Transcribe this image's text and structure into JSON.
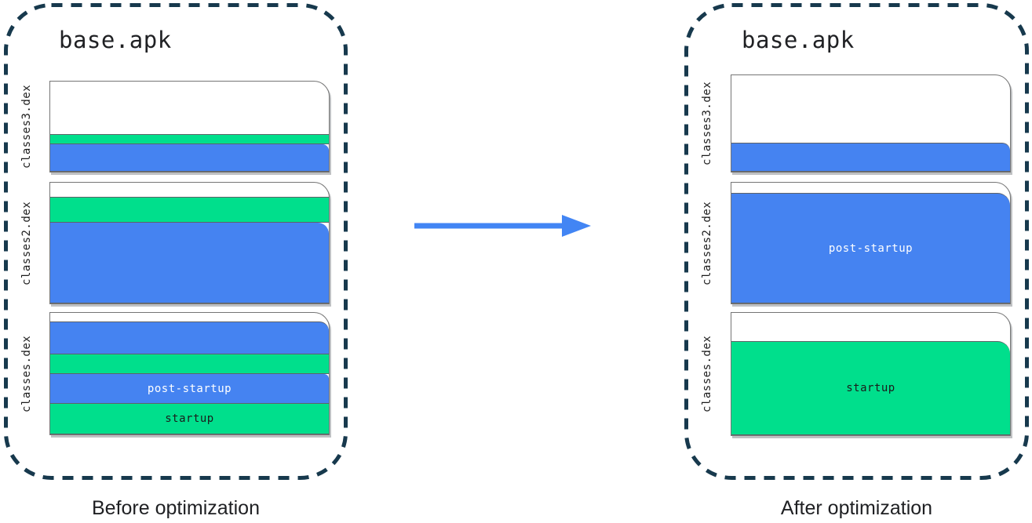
{
  "colors": {
    "blue": "#4583F1",
    "green": "#00DF8C",
    "arrow_blue": "#4285F4",
    "dash_border": "#17394D",
    "page_border": "#757575",
    "band_border": "#5F6368",
    "text_dark": "#1B1B1B",
    "text_light": "#FFFFFF"
  },
  "before": {
    "title": "base.apk",
    "caption": "Before optimization",
    "files": [
      {
        "label": "classes3.dex",
        "bands": [
          {
            "color": "green",
            "height": 13
          },
          {
            "color": "blue",
            "height": 35,
            "rounded": 8
          }
        ]
      },
      {
        "label": "classes2.dex",
        "bands": [
          {
            "color": "green",
            "height": 33
          },
          {
            "color": "blue",
            "height": 103,
            "rounded": 14
          }
        ]
      },
      {
        "label": "classes.dex",
        "bands": [
          {
            "color": "blue",
            "height": 42,
            "rounded": 12
          },
          {
            "color": "green",
            "height": 25
          },
          {
            "color": "blue",
            "height": 38,
            "rounded": 6,
            "label": "post-startup",
            "text": "light"
          },
          {
            "color": "green",
            "height": 39,
            "label": "startup",
            "text": "dark"
          }
        ]
      }
    ]
  },
  "after": {
    "title": "base.apk",
    "caption": "After optimization",
    "files": [
      {
        "label": "classes3.dex",
        "bands": [
          {
            "color": "blue",
            "height": 37,
            "rounded": 10
          }
        ]
      },
      {
        "label": "classes2.dex",
        "bands": [
          {
            "color": "blue",
            "height": 141,
            "rounded": 16,
            "label": "post-startup",
            "text": "light"
          }
        ]
      },
      {
        "label": "classes.dex",
        "bands": [
          {
            "color": "green",
            "height": 120,
            "rounded": 16,
            "label": "startup",
            "text": "dark"
          }
        ]
      }
    ]
  }
}
